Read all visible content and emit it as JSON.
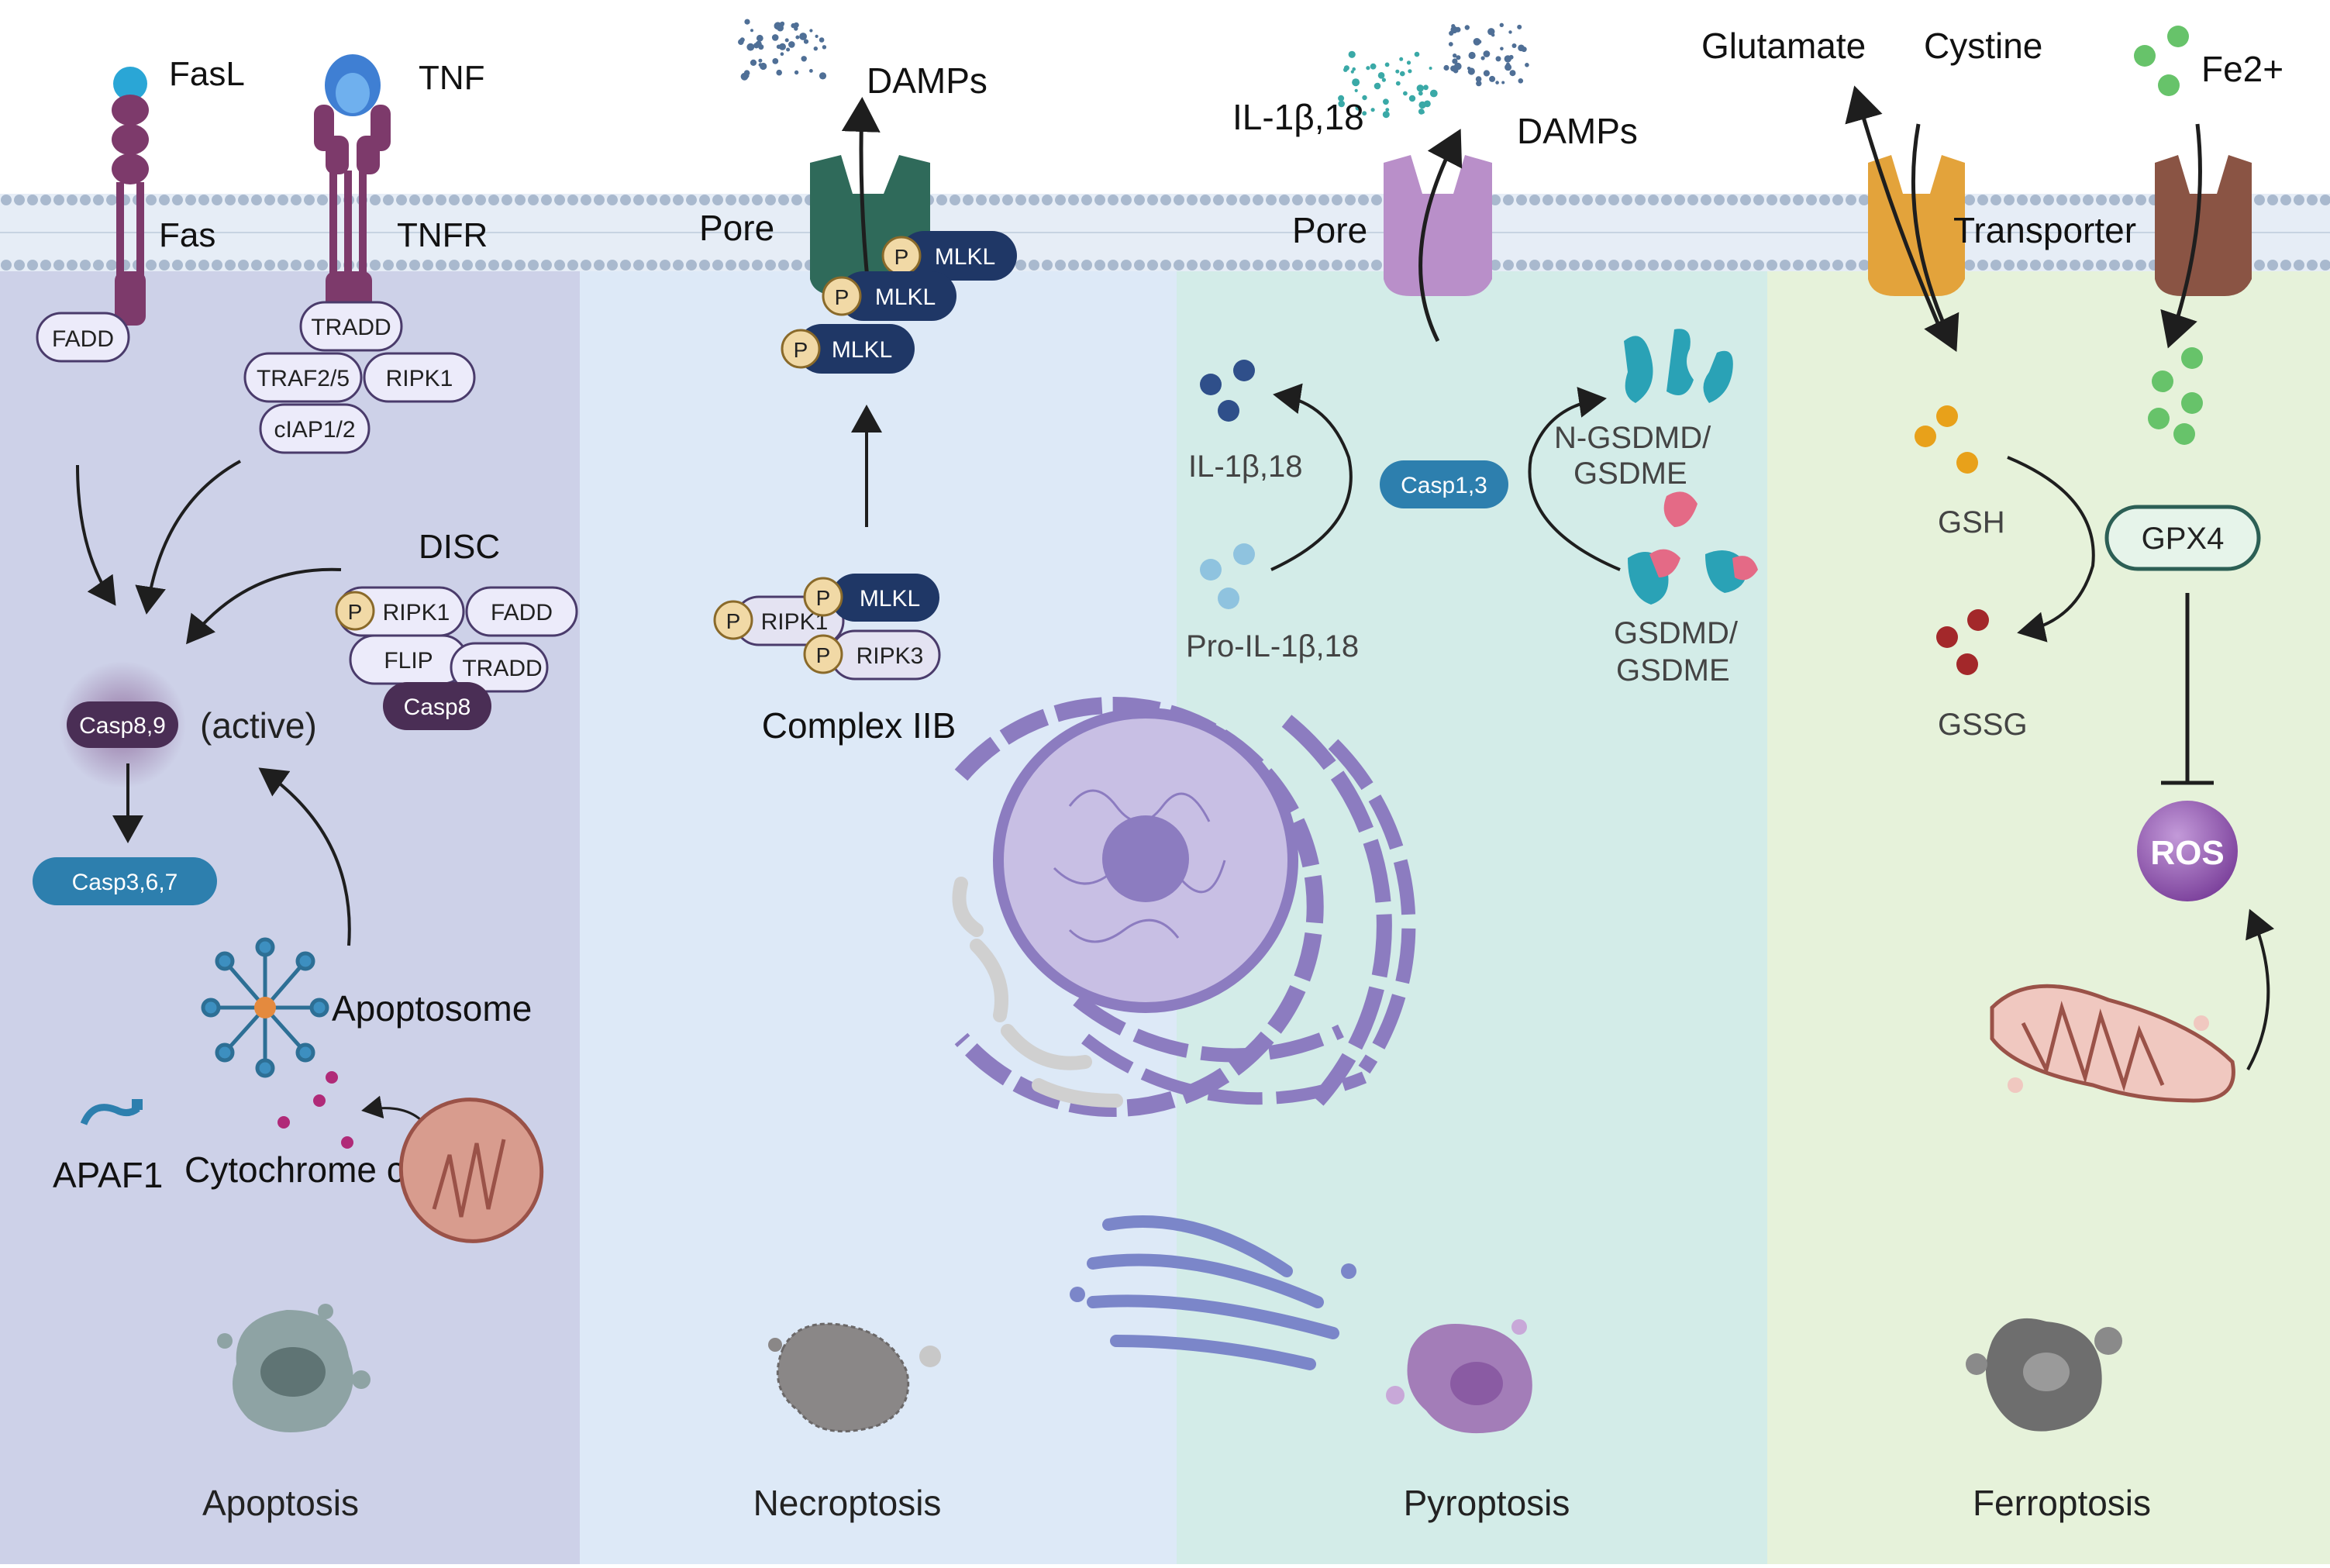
{
  "labels": {
    "fasl": "FasL",
    "tnf": "TNF",
    "fas": "Fas",
    "tnfr": "TNFR",
    "fadd": "FADD",
    "tradd": "TRADD",
    "traf": "TRAF2/5",
    "ripk1": "RIPK1",
    "ciap": "cIAP1/2",
    "disc": "DISC",
    "disc_ripk1": "RIPK1",
    "disc_fadd": "FADD",
    "flip": "FLIP",
    "disc_tradd": "TRADD",
    "casp8": "Casp8",
    "casp89": "Casp8,9",
    "active": "(active)",
    "casp367": "Casp3,6,7",
    "apoptosome": "Apoptosome",
    "apaf1": "APAF1",
    "cytochrome": "Cytochrome c",
    "damps_left": "DAMPs",
    "pore_left": "Pore",
    "mlkl": "MLKL",
    "ripk1_short": "RIPK1",
    "ripk3": "RIPK3",
    "complex": "Complex IIB",
    "il_top": "IL-1β,18",
    "damps_right": "DAMPs",
    "pore_right": "Pore",
    "il_mature": "IL-1β,18",
    "pro_il": "Pro-IL-1β,18",
    "casp13": "Casp1,3",
    "n_gsdmd_1": "N-GSDMD/",
    "n_gsdmd_2": "GSDME",
    "gsdmd_1": "GSDMD/",
    "gsdmd_2": "GSDME",
    "glutamate": "Glutamate",
    "cystine": "Cystine",
    "fe": "Fe2+",
    "transporter": "Transporter",
    "gsh": "GSH",
    "gssg": "GSSG",
    "gpx4": "GPX4",
    "ros": "ROS",
    "p": "P"
  },
  "panels": [
    "Apoptosis",
    "Necroptosis",
    "Pyroptosis",
    "Ferroptosis"
  ],
  "colors": {
    "apoptosis_bg": "#cdd1e8",
    "necroptosis_bg": "#dde9f7",
    "pyroptosis_bg": "#d3ece8",
    "ferroptosis_bg": "#e6f2da",
    "membrane": "#aebdcf",
    "receptor": "#7d3a6b",
    "mlkl": "#1f3766",
    "caspase": "#2d7fae",
    "casp8_dark": "#4a2e55",
    "organelle_purple": "#8c7cc0",
    "mito": "#d89c8e"
  }
}
